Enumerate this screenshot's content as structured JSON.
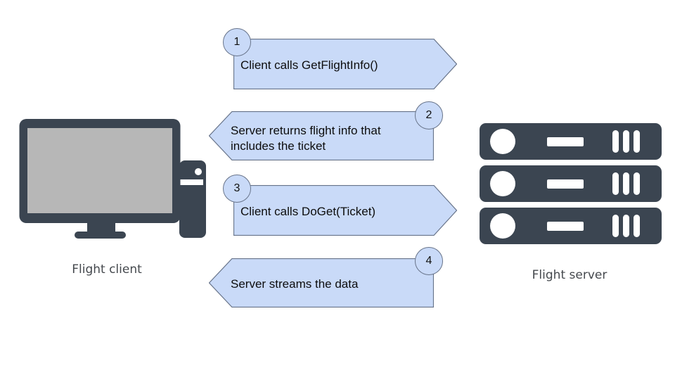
{
  "diagram": {
    "client": {
      "label": "Flight client",
      "icon": "desktop-computer-icon"
    },
    "server": {
      "label": "Flight server",
      "icon": "server-rack-icon"
    },
    "steps": [
      {
        "number": "1",
        "text": "Client calls GetFlightInfo()",
        "direction": "right"
      },
      {
        "number": "2",
        "text": "Server returns flight info that includes the ticket",
        "direction": "left"
      },
      {
        "number": "3",
        "text": "Client calls DoGet(Ticket)",
        "direction": "right"
      },
      {
        "number": "4",
        "text": "Server streams the data",
        "direction": "left"
      }
    ],
    "colors": {
      "arrow_fill": "#c9daf8",
      "arrow_stroke": "#68748a",
      "icon_dark": "#3b4551",
      "screen_gray": "#b7b7b7",
      "label_text": "#45494e",
      "arrow_text": "#0d0d0d"
    }
  }
}
